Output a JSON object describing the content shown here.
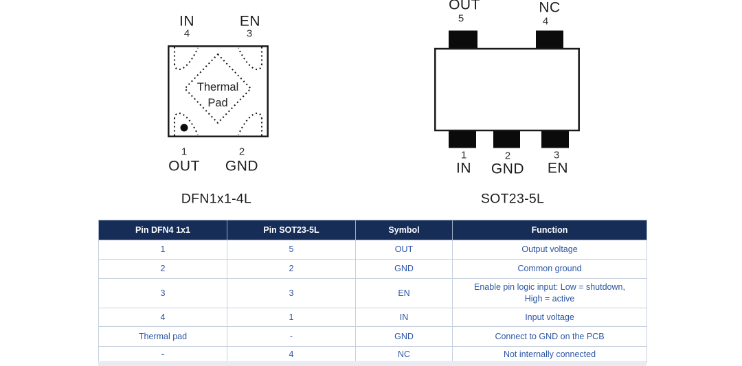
{
  "diagrams": {
    "dfn": {
      "caption": "DFN1x1-4L",
      "thermal_pad": {
        "line1": "Thermal",
        "line2": "Pad"
      },
      "top_pins": [
        {
          "name": "IN",
          "number": "4"
        },
        {
          "name": "EN",
          "number": "3"
        }
      ],
      "bottom_pins": [
        {
          "number": "1",
          "name": "OUT"
        },
        {
          "number": "2",
          "name": "GND"
        }
      ]
    },
    "sot23": {
      "caption": "SOT23-5L",
      "top_pins": [
        {
          "name": "OUT",
          "number": "5"
        },
        {
          "name": "NC",
          "number": "4"
        }
      ],
      "bottom_pins": [
        {
          "number": "1",
          "name": "IN"
        },
        {
          "number": "2",
          "name": "GND"
        },
        {
          "number": "3",
          "name": "EN"
        }
      ]
    }
  },
  "table": {
    "headers": [
      "Pin DFN4 1x1",
      "Pin SOT23-5L",
      "Symbol",
      "Function"
    ],
    "rows": [
      [
        "1",
        "5",
        "OUT",
        "Output voltage"
      ],
      [
        "2",
        "2",
        "GND",
        "Common ground"
      ],
      [
        "3",
        "3",
        "EN",
        "Enable pin logic input: Low = shutdown, High = active"
      ],
      [
        "4",
        "1",
        "IN",
        "Input voltage"
      ],
      [
        "Thermal pad",
        "-",
        "GND",
        "Connect to GND on the PCB"
      ],
      [
        "-",
        "4",
        "NC",
        "Not internally connected"
      ]
    ],
    "colors": {
      "header_bg": "#152d57",
      "header_text": "#ffffff",
      "body_text": "#2a55a4",
      "border": "#c6cfdc",
      "diagram_stroke": "#1a1a1a"
    }
  }
}
